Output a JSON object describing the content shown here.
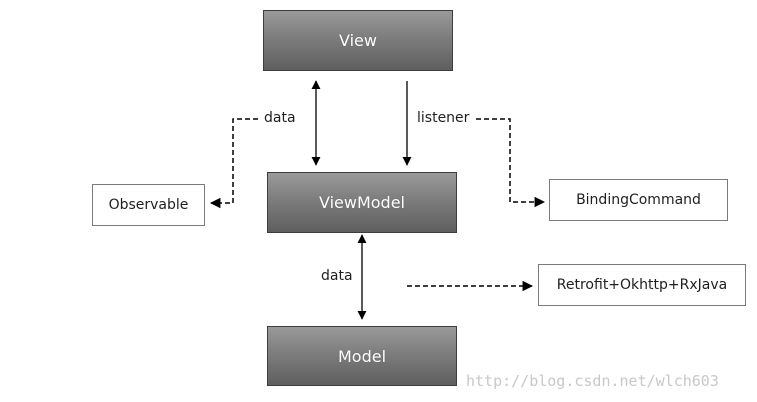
{
  "nodes": {
    "view": "View",
    "viewmodel": "ViewModel",
    "model": "Model",
    "observable": "Observable",
    "binding_command": "BindingCommand",
    "network": "Retrofit+Okhttp+RxJava"
  },
  "labels": {
    "data_top": "data",
    "listener": "listener",
    "data_bottom": "data"
  },
  "watermark": "http://blog.csdn.net/wlch603",
  "colors": {
    "dark_box_top": "#9a9a9a",
    "dark_box_bottom": "#5f5f5f",
    "dark_box_text": "#ffffff",
    "light_box_border": "#7a7a7a",
    "line": "#000000"
  }
}
